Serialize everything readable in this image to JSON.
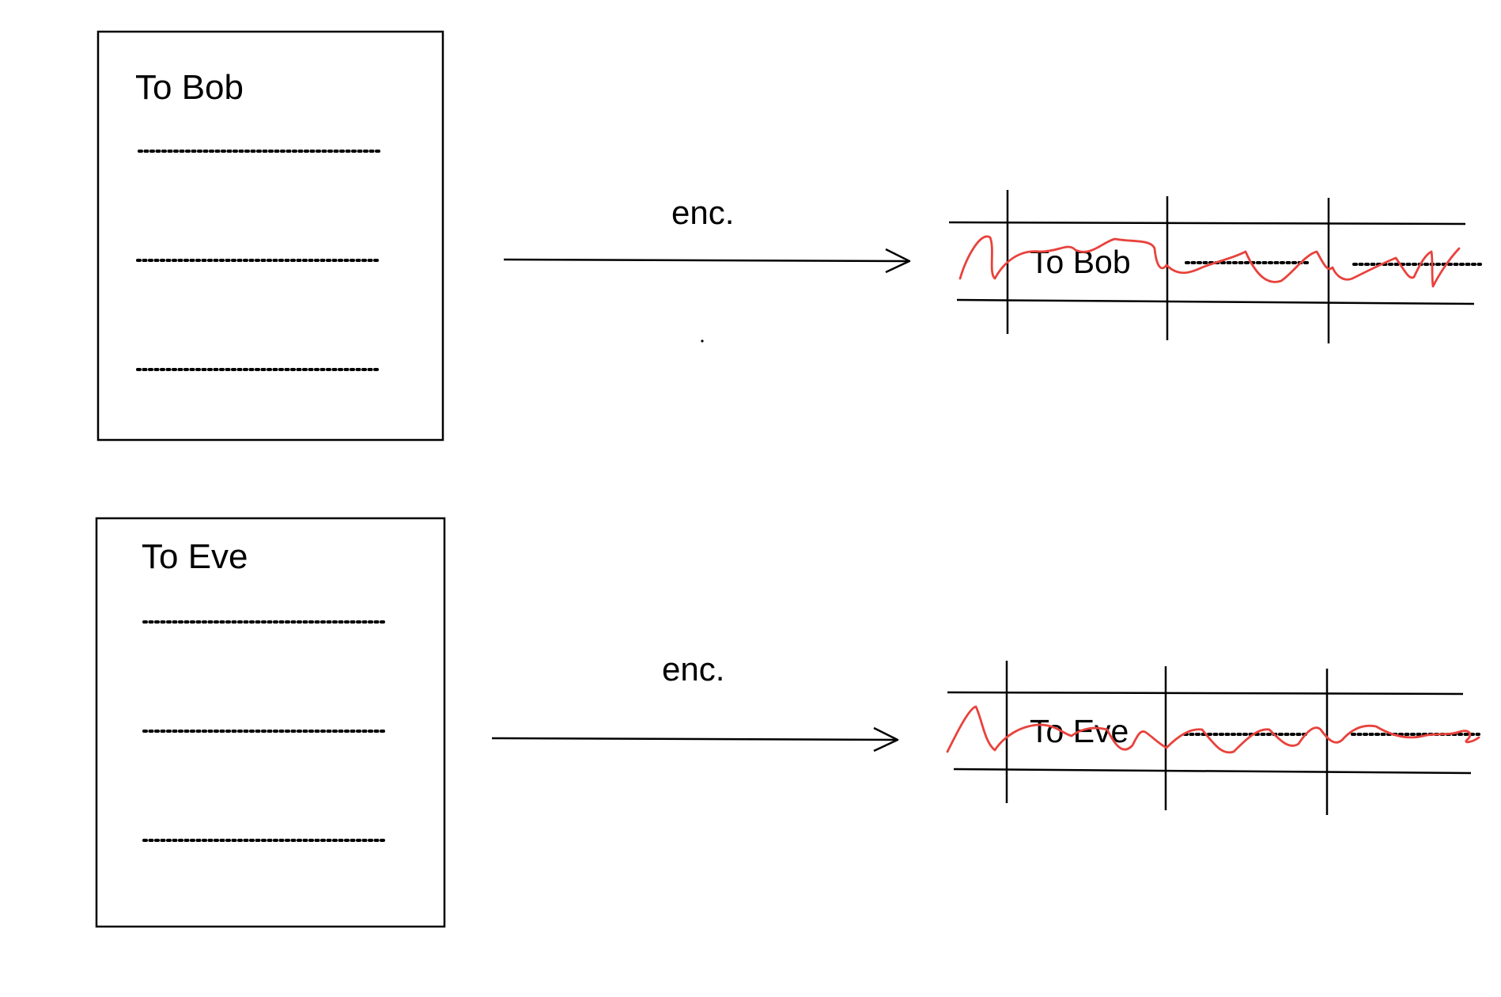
{
  "diagram": {
    "rows": [
      {
        "document_label": "To Bob",
        "arrow_label": "enc.",
        "block_label": "To Bob"
      },
      {
        "document_label": "To Eve",
        "arrow_label": "enc.",
        "block_label": "To Eve"
      }
    ],
    "colors": {
      "stroke": "#000000",
      "scribble": "#e8423c",
      "background": "#ffffff"
    }
  }
}
